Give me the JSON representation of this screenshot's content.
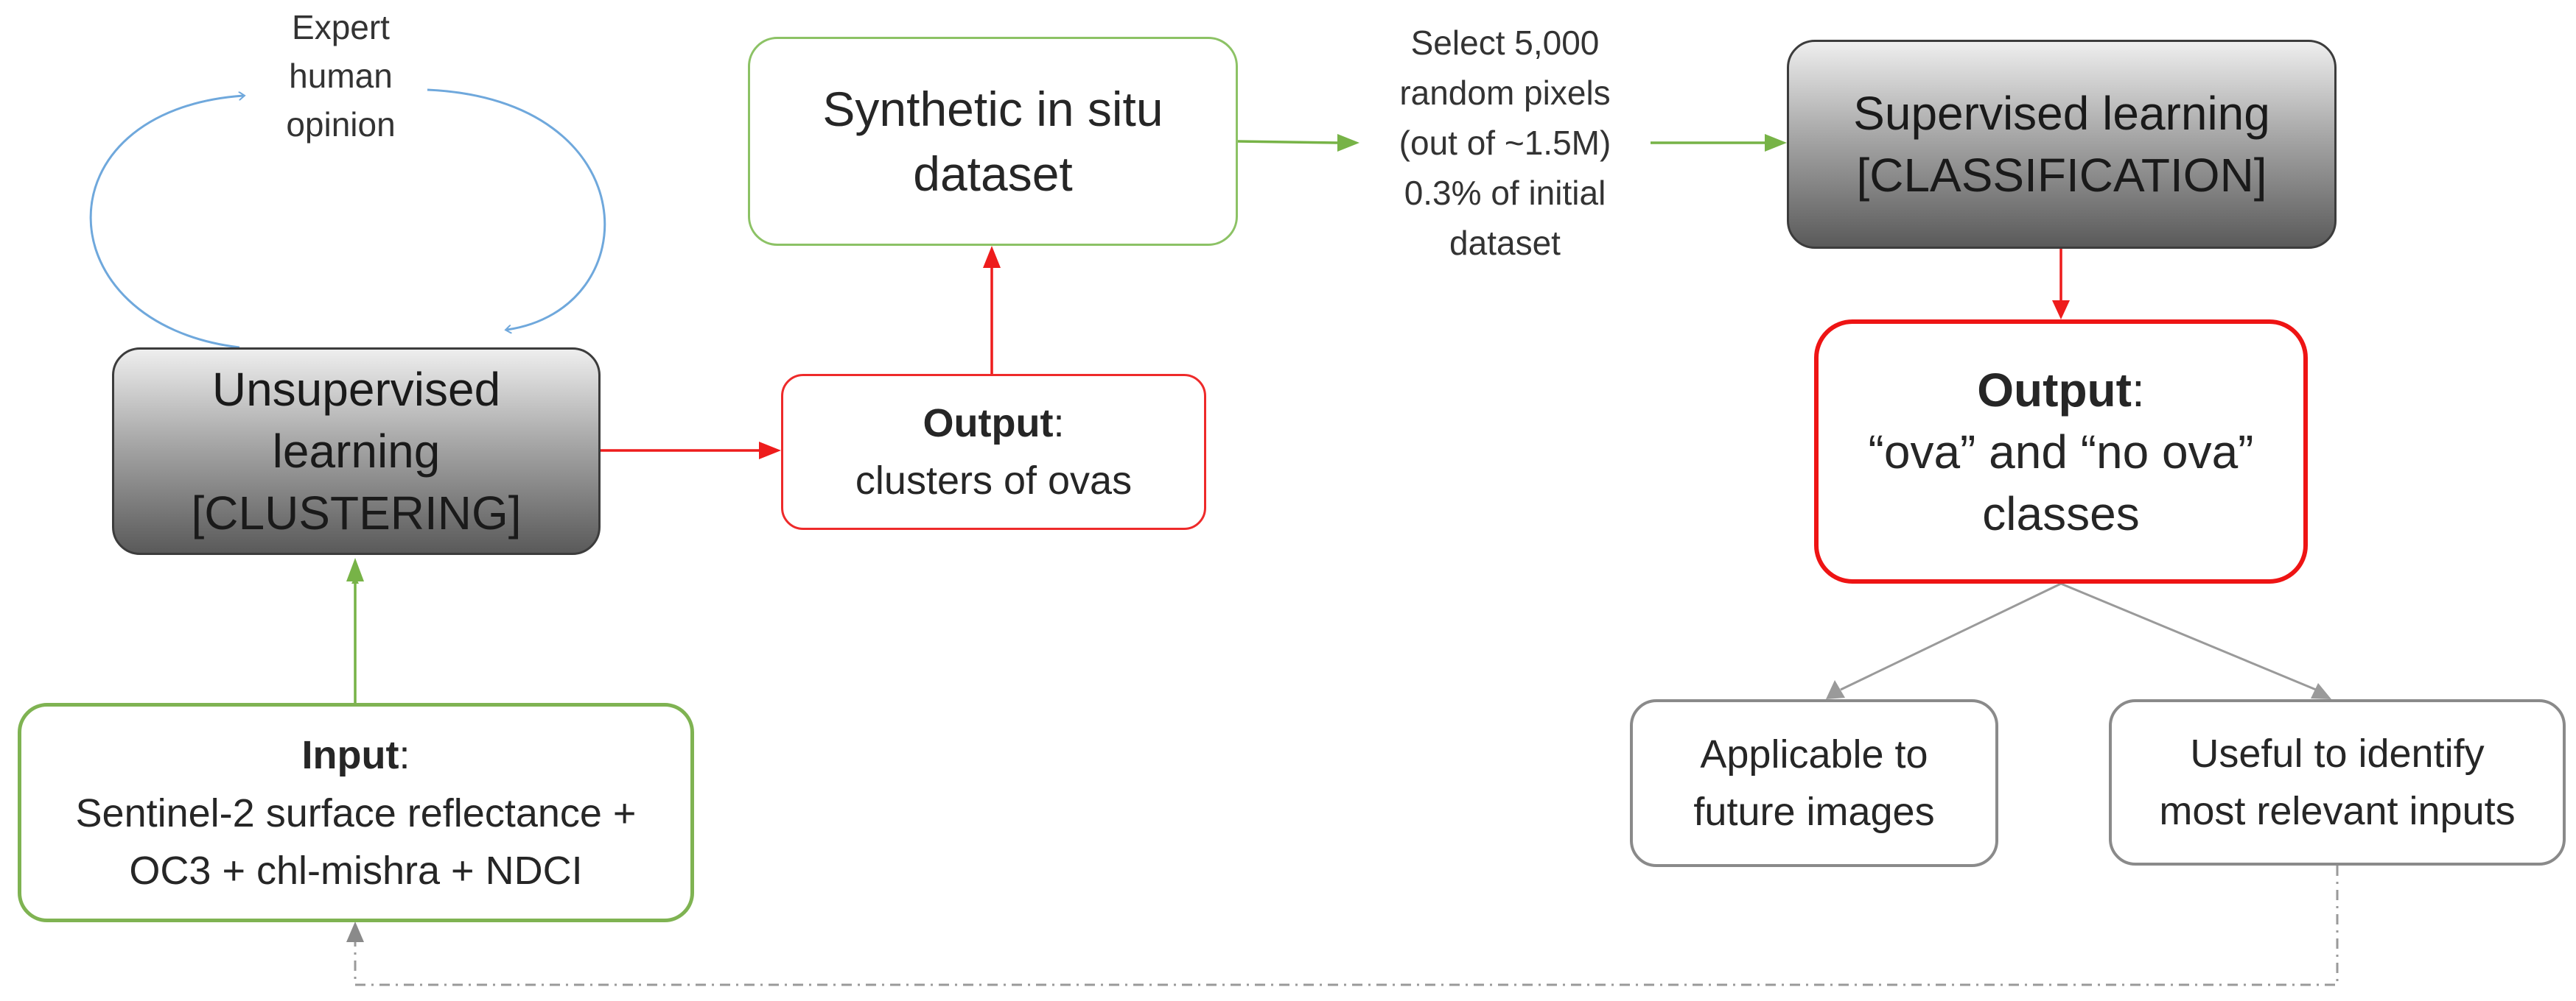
{
  "expert_label": "Expert\nhuman\nopinion",
  "unsupervised": {
    "text": "Unsupervised\nlearning\n[CLUSTERING]"
  },
  "input_box": {
    "heading": "Input",
    "colon": ":",
    "body": "Sentinel-2 surface reflectance +\nOC3 + chl-mishra + NDCI"
  },
  "synthetic": {
    "text": "Synthetic in situ\ndataset"
  },
  "output_clusters": {
    "heading": "Output",
    "colon": ":",
    "body": "clusters of ovas"
  },
  "select_label": "Select 5,000\nrandom pixels\n(out of ~1.5M)\n0.3% of initial\ndataset",
  "supervised": {
    "text": "Supervised learning\n[CLASSIFICATION]"
  },
  "output_classes": {
    "heading": "Output",
    "colon": ":",
    "body": "“ova” and “no ova”\nclasses"
  },
  "applicable": {
    "text": "Applicable to\nfuture images"
  },
  "useful": {
    "text": "Useful to identify\nmost relevant inputs"
  },
  "colors": {
    "green": "#77b347",
    "red": "#ee1c1c",
    "blue": "#6fa8dc",
    "grey": "#9a9a9a"
  }
}
